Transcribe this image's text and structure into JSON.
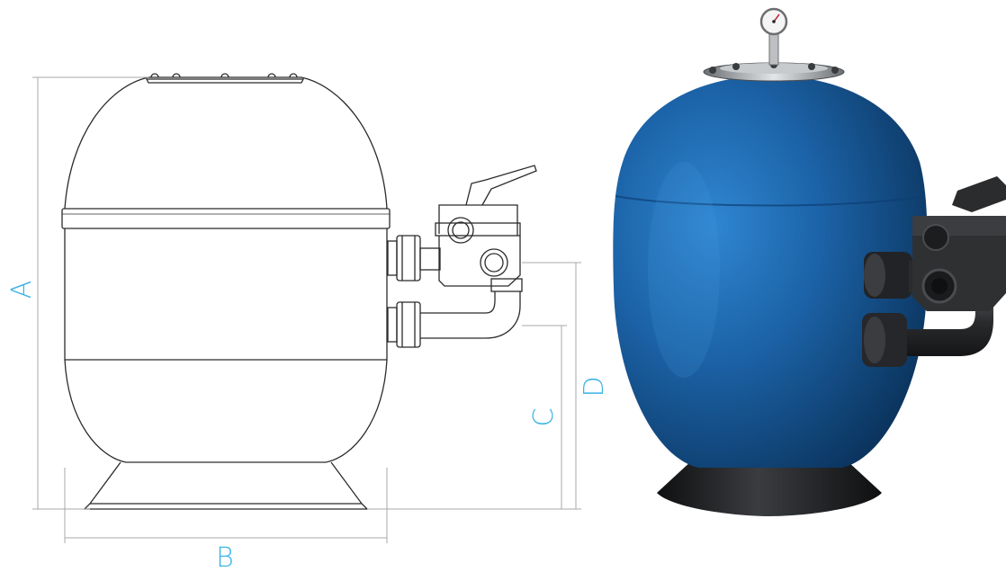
{
  "colors": {
    "line": "#2b2b2b",
    "dimension_line": "#a9a9a9",
    "dimension_label": "#3cb4e5",
    "tank_blue": "#1c63a8",
    "tank_blue_dark": "#0d3e74",
    "plastic_dark": "#2f3032",
    "base_black": "#17181a"
  },
  "drawing": {
    "dimensions": {
      "a": "A",
      "b": "B",
      "c": "C",
      "d": "D"
    }
  },
  "photo": {
    "icons": [
      "pressure-gauge-icon",
      "multiport-valve-icon",
      "pipe-elbow-icon"
    ]
  }
}
